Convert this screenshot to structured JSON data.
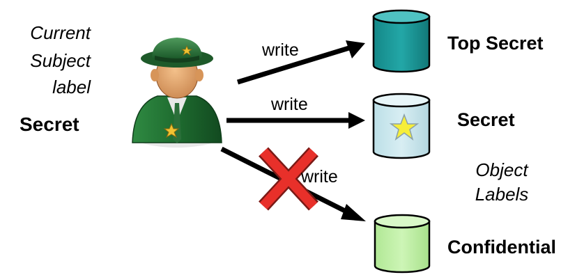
{
  "subject": {
    "caption_lines": [
      "Current",
      "Subject",
      "label"
    ],
    "level": "Secret"
  },
  "arrows": [
    {
      "label": "write",
      "target": "Top Secret",
      "allowed": true
    },
    {
      "label": "write",
      "target": "Secret",
      "allowed": true
    },
    {
      "label": "write",
      "target": "Confidential",
      "allowed": false
    }
  ],
  "objects": [
    {
      "label": "Top Secret",
      "color": "#1a9a9a"
    },
    {
      "label": "Secret",
      "color": "#cfe8ee"
    },
    {
      "label": "Confidential",
      "color": "#c2f0a8"
    }
  ],
  "objects_caption_lines": [
    "Object",
    "Labels"
  ],
  "colors": {
    "arrow": "#000000",
    "cross": "#e8302a",
    "star": "#f6ee3a",
    "uniform": "#1e6b2f"
  },
  "icons": {
    "subject": "sheriff-avatar-icon",
    "object": "database-cylinder-icon",
    "denied": "red-x-icon",
    "badge": "star-icon"
  }
}
